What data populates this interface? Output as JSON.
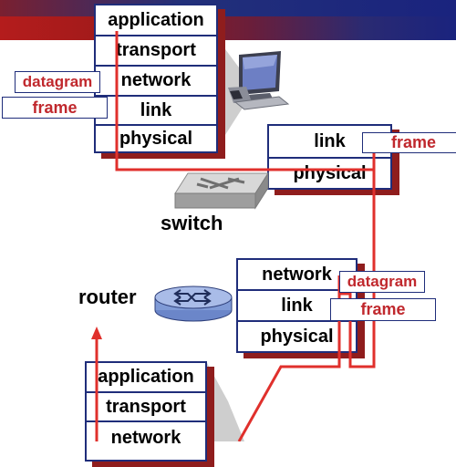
{
  "host_top": {
    "layers": [
      "application",
      "transport",
      "network",
      "link",
      "physical"
    ]
  },
  "switch": {
    "layers": [
      "link",
      "physical"
    ],
    "label": "switch"
  },
  "router": {
    "layers": [
      "network",
      "link",
      "physical"
    ],
    "label": "router"
  },
  "host_bottom": {
    "layers": [
      "application",
      "transport",
      "network"
    ]
  },
  "tags": {
    "left_datagram": "datagram",
    "left_frame": "frame",
    "switch_frame": "frame",
    "router_datagram": "datagram",
    "router_frame": "frame"
  },
  "colors": {
    "path": "#e0302c",
    "layer_border": "#1f2d7a",
    "shadow": "#8f1d1d",
    "tag_text": "#c0282d"
  },
  "icons": [
    "computer-icon",
    "switch-icon",
    "router-icon"
  ]
}
